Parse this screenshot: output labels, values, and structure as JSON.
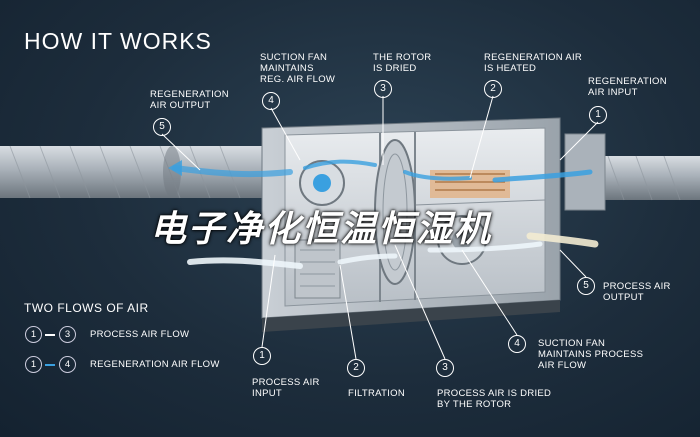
{
  "title": "HOW IT WORKS",
  "watermark": "电子净化恒温恒湿机",
  "colors": {
    "process_air": "#ffffff",
    "regeneration_air": "#3aa0e0",
    "background": "#1d2d3c"
  },
  "callouts": [
    {
      "num": "5",
      "label": "REGENERATION\nAIR OUTPUT"
    },
    {
      "num": "4",
      "label": "SUCTION FAN\nMAINTAINS\nREG. AIR FLOW"
    },
    {
      "num": "3",
      "label": "THE ROTOR\nIS DRIED"
    },
    {
      "num": "2",
      "label": "REGENERATION AIR\nIS HEATED"
    },
    {
      "num": "1",
      "label": "REGENERATION\nAIR INPUT"
    },
    {
      "num": "5",
      "label": "PROCESS AIR\nOUTPUT"
    },
    {
      "num": "4",
      "label": "SUCTION FAN\nMAINTAINS PROCESS\nAIR FLOW"
    },
    {
      "num": "1",
      "label": "PROCESS AIR\nINPUT"
    },
    {
      "num": "2",
      "label": "FILTRATION"
    },
    {
      "num": "3",
      "label": "PROCESS AIR IS DRIED\nBY THE ROTOR"
    }
  ],
  "legend": {
    "title": "TWO FLOWS OF AIR",
    "rows": [
      {
        "from": "1",
        "to": "3",
        "label": "PROCESS AIR FLOW",
        "dash_color": "#ffffff"
      },
      {
        "from": "1",
        "to": "4",
        "label": "REGENERATION AIR FLOW",
        "dash_color": "#3aa0e0"
      }
    ]
  }
}
